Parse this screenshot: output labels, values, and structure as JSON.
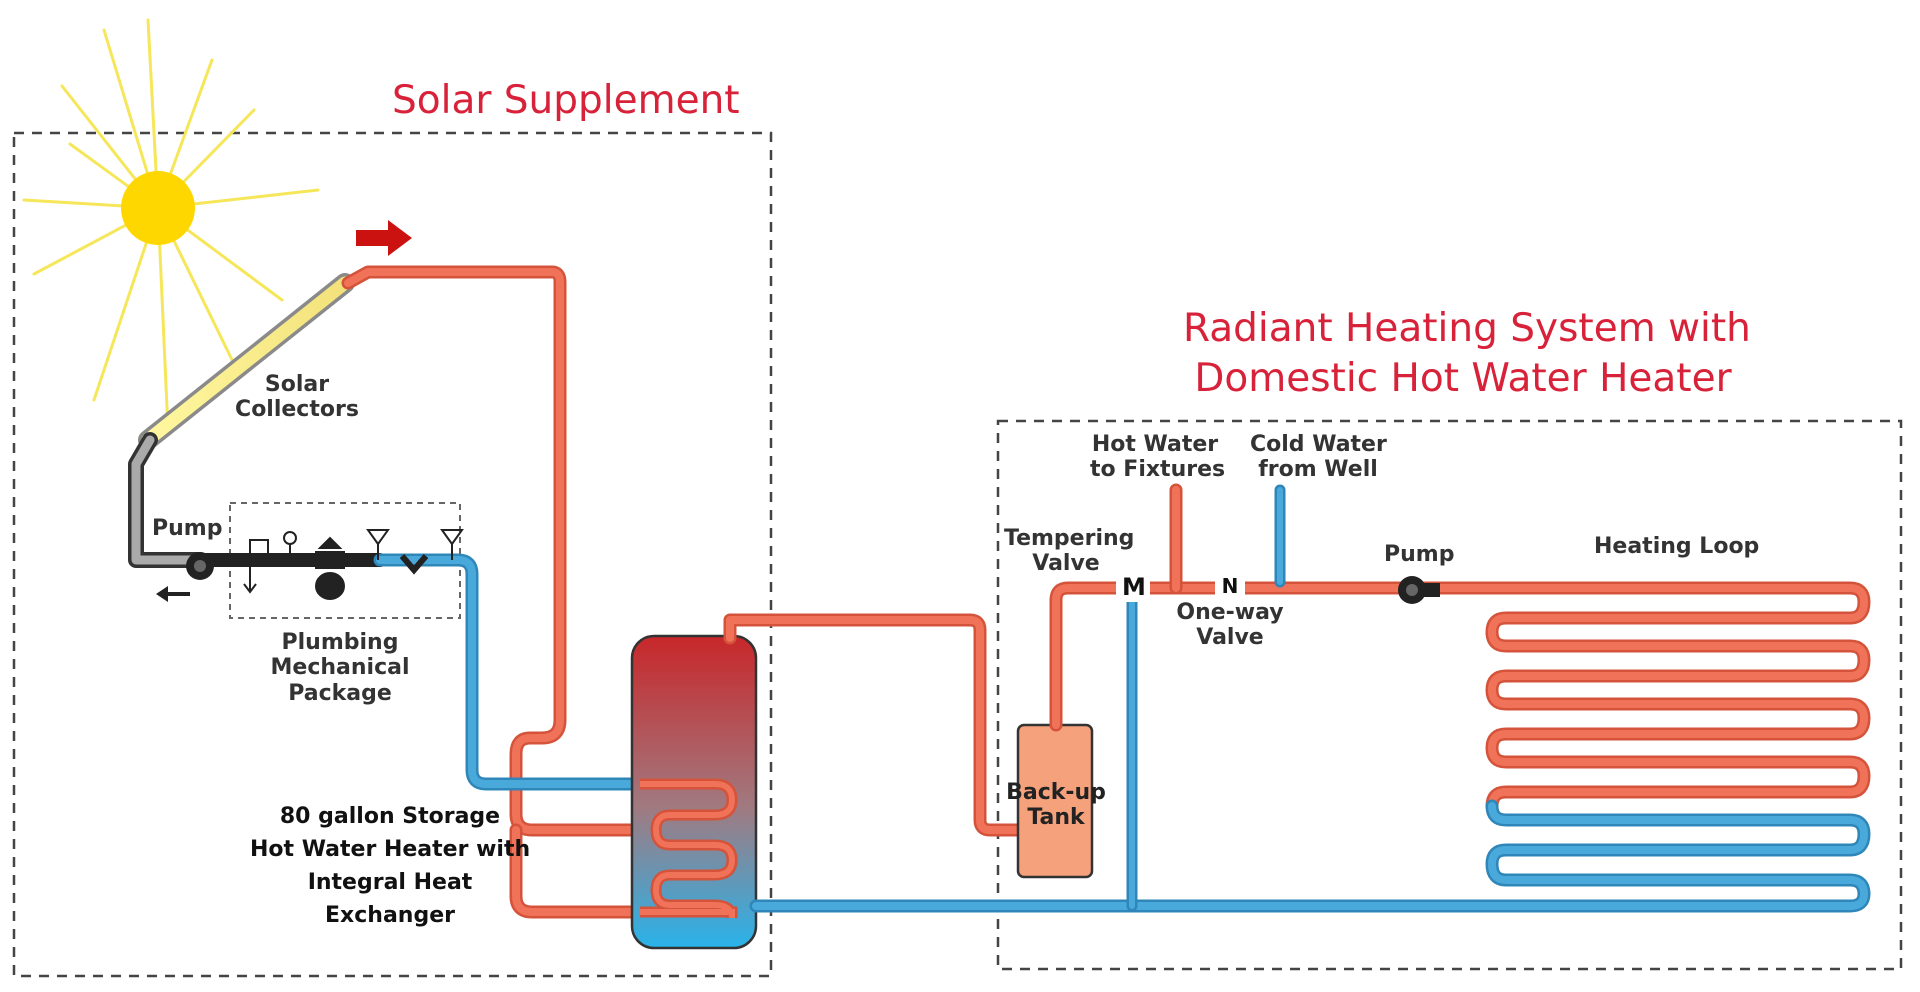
{
  "titles": {
    "solar_supplement": "Solar Supplement",
    "radiant_line1": "Radiant Heating System with",
    "radiant_line2": "Domestic Hot Water Heater"
  },
  "labels": {
    "solar_collectors": [
      "Solar",
      "Collectors"
    ],
    "pump_left": "Pump",
    "plumbing_package": [
      "Plumbing",
      "Mechanical",
      "Package"
    ],
    "storage_heater": [
      "80 gallon Storage",
      "Hot Water Heater with",
      "Integral Heat",
      "Exchanger"
    ],
    "hot_water_fixtures": [
      "Hot Water",
      "to Fixtures"
    ],
    "cold_water_well": [
      "Cold Water",
      "from Well"
    ],
    "tempering_valve": [
      "Tempering",
      "Valve"
    ],
    "one_way_valve": [
      "One-way",
      "Valve"
    ],
    "pump_right": "Pump",
    "heating_loop": "Heating Loop",
    "backup_tank": [
      "Back-up",
      "Tank"
    ],
    "tempering_symbol": "M",
    "one_way_symbol": "N"
  },
  "colors": {
    "title_red": "#d8223a",
    "hot_pipe": "#f07258",
    "hot_pipe_edge": "#d4533a",
    "cold_pipe": "#49a9da",
    "cold_pipe_edge": "#2f86b8",
    "sun": "#ffd700",
    "sun_rays": "#f5e65a",
    "backup_tank": "#f5a27c",
    "arrow_red": "#cc1111"
  }
}
